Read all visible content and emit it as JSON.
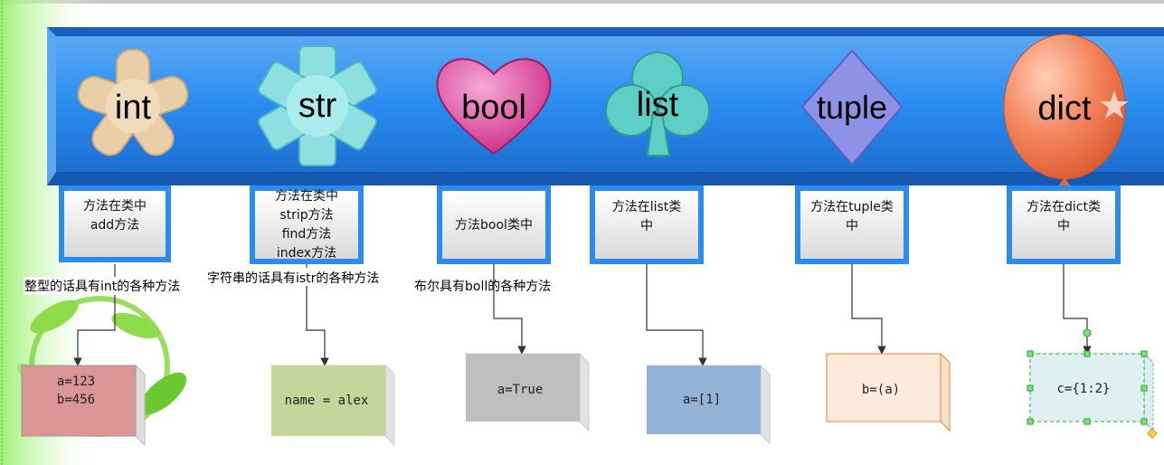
{
  "categories": [
    {
      "label": "int",
      "shape_icon": "asterisk-icon",
      "color": "#e9cfa8",
      "method_lines": [
        "方法在类中",
        "add方法"
      ]
    },
    {
      "label": "str",
      "shape_icon": "snowflake-icon",
      "color": "#8edfe0",
      "method_lines": [
        "方法在类中",
        "strip方法",
        "find方法",
        "index方法"
      ]
    },
    {
      "label": "bool",
      "shape_icon": "heart-icon",
      "color": "#e04aa6",
      "method_lines": [
        "方法bool类中"
      ]
    },
    {
      "label": "list",
      "shape_icon": "club-icon",
      "color": "#5ecfc6",
      "method_lines": [
        "方法在list类",
        "中"
      ]
    },
    {
      "label": "tuple",
      "shape_icon": "diamond-icon",
      "color": "#8d92e6",
      "method_lines": [
        "方法在tuple类",
        "中"
      ]
    },
    {
      "label": "dict",
      "shape_icon": "balloon-icon",
      "color": "#f4865e",
      "method_lines": [
        "方法在dict类",
        "中"
      ]
    }
  ],
  "notes": [
    "整型的话具有int的各种方法",
    "字符串的话具有istr的各种方法",
    "布尔具有boll的各种方法"
  ],
  "examples": [
    {
      "lines": [
        "a=123",
        "b=456"
      ],
      "fill": "#d99694"
    },
    {
      "lines": [
        "name = alex"
      ],
      "fill": "#c4d79b"
    },
    {
      "lines": [
        "a=True"
      ],
      "fill": "#bfbfbf"
    },
    {
      "lines": [
        "a=[1]"
      ],
      "fill": "#95b3d7"
    },
    {
      "lines": [
        "b=(a)"
      ],
      "fill": "#fdeada"
    },
    {
      "lines": [
        "c={1:2}"
      ],
      "fill": "#dff0f0"
    }
  ],
  "colors": {
    "banner": "#2a8cf0",
    "banner_dark": "#1667c8",
    "method_border": "#2a8cf0",
    "leaf": "#7ed63a"
  }
}
